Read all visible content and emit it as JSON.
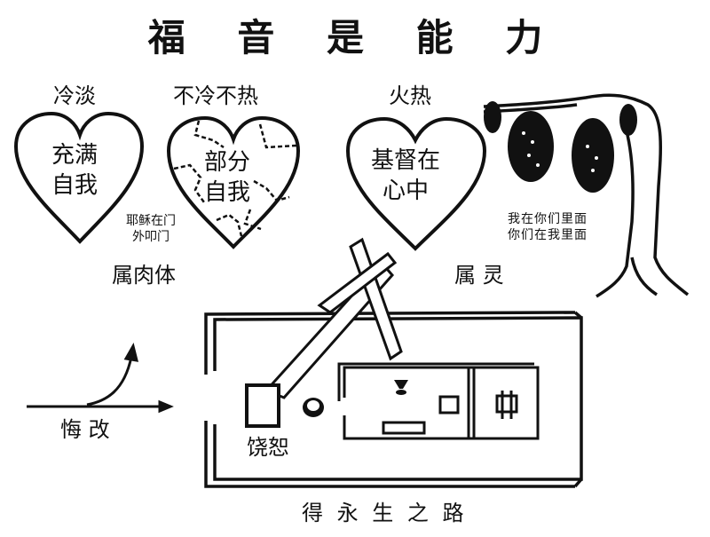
{
  "title": "福 音 是 能 力",
  "colors": {
    "ink": "#111111",
    "background": "#ffffff"
  },
  "hearts": [
    {
      "label": "冷淡",
      "inner": [
        "充满",
        "自我"
      ],
      "style": "solid"
    },
    {
      "label": "不冷不热",
      "inner": [
        "部分",
        "自我"
      ],
      "style": "cracked"
    },
    {
      "label": "火热",
      "inner": [
        "基督在",
        "心中"
      ],
      "style": "solid"
    }
  ],
  "knock_caption": [
    "耶稣在门",
    "外叩门"
  ],
  "flesh_label": "属肉体",
  "spirit_label": "属 灵",
  "vine_caption": [
    "我在你们里面",
    "你们在我里面"
  ],
  "repent_label": "悔 改",
  "forgive_label": "饶恕",
  "path_label": "得 永 生 之 路",
  "icons": [
    "heart-icon",
    "cross-icon",
    "vine-tree-icon",
    "grape-cluster-icon",
    "turn-arrow-icon",
    "altar-icon",
    "laver-icon",
    "lampstand-icon",
    "showbread-table-icon",
    "incense-altar-icon",
    "ark-icon",
    "tabernacle-icon"
  ]
}
